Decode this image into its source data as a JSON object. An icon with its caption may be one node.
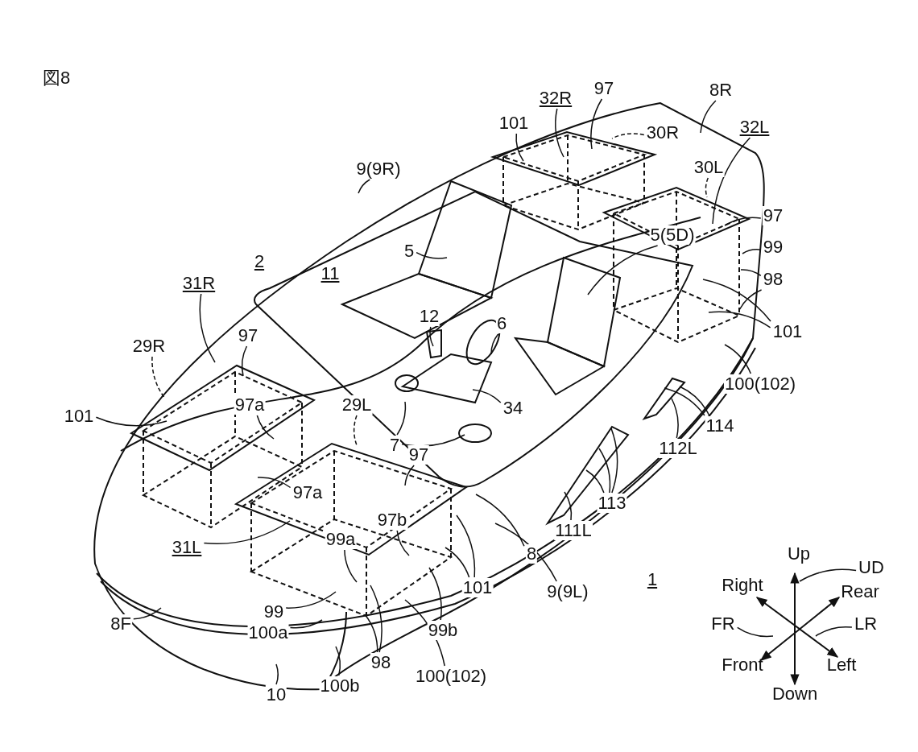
{
  "diagram": {
    "title": "図8",
    "nodes": [
      {
        "text": [
          "9(9R)"
        ]
      },
      {
        "text": [
          "101"
        ]
      },
      {
        "text": [
          "32R"
        ]
      },
      {
        "text": [
          "97"
        ]
      },
      {
        "text": [
          "30R"
        ]
      },
      {
        "text": [
          "8R"
        ]
      },
      {
        "text": [
          "32L"
        ]
      },
      {
        "text": [
          "30L"
        ]
      },
      {
        "text": [
          "97"
        ]
      },
      {
        "text": [
          "99"
        ]
      },
      {
        "text": [
          "98"
        ]
      },
      {
        "text": [
          "5(5D)"
        ]
      },
      {
        "text": [
          "5"
        ]
      },
      {
        "text": [
          "101"
        ]
      },
      {
        "text": [
          "100(102)"
        ]
      },
      {
        "text": [
          "114"
        ]
      },
      {
        "text": [
          "112L"
        ]
      },
      {
        "text": [
          "113"
        ]
      },
      {
        "text": [
          "111L"
        ]
      },
      {
        "text": [
          "6"
        ]
      },
      {
        "text": [
          "12"
        ]
      },
      {
        "text": [
          "34"
        ]
      },
      {
        "text": [
          "7"
        ]
      },
      {
        "text": [
          "31R"
        ]
      },
      {
        "text": [
          "97"
        ]
      },
      {
        "text": [
          "29R"
        ]
      },
      {
        "text": [
          "101"
        ]
      },
      {
        "text": [
          "97a"
        ]
      },
      {
        "text": [
          "29L"
        ]
      },
      {
        "text": [
          "97"
        ]
      },
      {
        "text": [
          "97a"
        ]
      },
      {
        "text": [
          "31L"
        ]
      },
      {
        "text": [
          "97b"
        ]
      },
      {
        "text": [
          "99a"
        ]
      },
      {
        "text": [
          "101"
        ]
      },
      {
        "text": [
          "99"
        ]
      },
      {
        "text": [
          "100a"
        ]
      },
      {
        "text": [
          "99b"
        ]
      },
      {
        "text": [
          "98"
        ]
      },
      {
        "text": [
          "100(102)"
        ]
      },
      {
        "text": [
          "100b"
        ]
      },
      {
        "text": [
          "10"
        ]
      },
      {
        "text": [
          "8"
        ]
      },
      {
        "text": [
          "9(9L)"
        ]
      },
      {
        "text": [
          "8F"
        ]
      },
      {
        "text": [
          "UD"
        ]
      },
      {
        "text": [
          "FR"
        ]
      },
      {
        "text": [
          "LR"
        ]
      }
    ],
    "edges": [
      {
        "from": 0,
        "to": null,
        "arrow": "none"
      },
      {
        "from": 1,
        "to": null,
        "arrow": "none"
      },
      {
        "from": 2,
        "to": null,
        "arrow": "none"
      },
      {
        "from": 3,
        "to": null,
        "arrow": "none"
      },
      {
        "from": 4,
        "to": null,
        "arrow": "none",
        "style": "dashed"
      },
      {
        "from": 5,
        "to": null,
        "arrow": "none"
      },
      {
        "from": 6,
        "to": null,
        "arrow": "none"
      },
      {
        "from": 7,
        "to": null,
        "arrow": "none",
        "style": "dashed"
      },
      {
        "from": 8,
        "to": null,
        "arrow": "none"
      },
      {
        "from": 9,
        "to": null,
        "arrow": "none"
      },
      {
        "from": 10,
        "to": null,
        "arrow": "none"
      },
      {
        "from": 10,
        "to": null,
        "arrow": "none"
      },
      {
        "from": 11,
        "to": null,
        "arrow": "none"
      },
      {
        "from": 12,
        "to": null,
        "arrow": "none"
      },
      {
        "from": 13,
        "to": null,
        "arrow": "none"
      },
      {
        "from": 13,
        "to": null,
        "arrow": "none"
      },
      {
        "from": 14,
        "to": null,
        "arrow": "none"
      },
      {
        "from": 15,
        "to": null,
        "arrow": "none"
      },
      {
        "from": 15,
        "to": null,
        "arrow": "none"
      },
      {
        "from": 16,
        "to": null,
        "arrow": "none"
      },
      {
        "from": 17,
        "to": null,
        "arrow": "none"
      },
      {
        "from": 17,
        "to": null,
        "arrow": "none"
      },
      {
        "from": 17,
        "to": null,
        "arrow": "none"
      },
      {
        "from": 18,
        "to": null,
        "arrow": "none"
      },
      {
        "from": 19,
        "to": null,
        "arrow": "none"
      },
      {
        "from": 20,
        "to": null,
        "arrow": "none"
      },
      {
        "from": 21,
        "to": null,
        "arrow": "none"
      },
      {
        "from": 22,
        "to": null,
        "arrow": "none"
      },
      {
        "from": 22,
        "to": null,
        "arrow": "none"
      },
      {
        "from": 23,
        "to": null,
        "arrow": "none"
      },
      {
        "from": 24,
        "to": null,
        "arrow": "none"
      },
      {
        "from": 25,
        "to": null,
        "arrow": "none",
        "style": "dashed"
      },
      {
        "from": 26,
        "to": null,
        "arrow": "none"
      },
      {
        "from": 27,
        "to": null,
        "arrow": "none"
      },
      {
        "from": 28,
        "to": null,
        "arrow": "none",
        "style": "dashed"
      },
      {
        "from": 29,
        "to": null,
        "arrow": "none"
      },
      {
        "from": 30,
        "to": null,
        "arrow": "none"
      },
      {
        "from": 31,
        "to": null,
        "arrow": "none"
      },
      {
        "from": 32,
        "to": null,
        "arrow": "none"
      },
      {
        "from": 33,
        "to": null,
        "arrow": "none"
      },
      {
        "from": 34,
        "to": null,
        "arrow": "none"
      },
      {
        "from": 34,
        "to": null,
        "arrow": "none"
      },
      {
        "from": 35,
        "to": null,
        "arrow": "none"
      },
      {
        "from": 36,
        "to": null,
        "arrow": "none"
      },
      {
        "from": 37,
        "to": null,
        "arrow": "none"
      },
      {
        "from": 38,
        "to": null,
        "arrow": "none"
      },
      {
        "from": 38,
        "to": null,
        "arrow": "none"
      },
      {
        "from": 39,
        "to": null,
        "arrow": "none"
      },
      {
        "from": 40,
        "to": null,
        "arrow": "none"
      },
      {
        "from": 41,
        "to": null,
        "arrow": "none"
      },
      {
        "from": 42,
        "to": null,
        "arrow": "none"
      },
      {
        "from": 43,
        "to": null,
        "arrow": "none"
      },
      {
        "from": 44,
        "to": null,
        "arrow": "none"
      },
      {
        "from": 45,
        "to": null,
        "arrow": "none"
      },
      {
        "from": 46,
        "to": null,
        "arrow": "none"
      },
      {
        "from": 47,
        "to": null,
        "arrow": "none"
      }
    ],
    "labels": [
      "2",
      "11",
      "Up",
      "1",
      "Right",
      "Rear",
      "Front",
      "Left",
      "Down"
    ]
  }
}
